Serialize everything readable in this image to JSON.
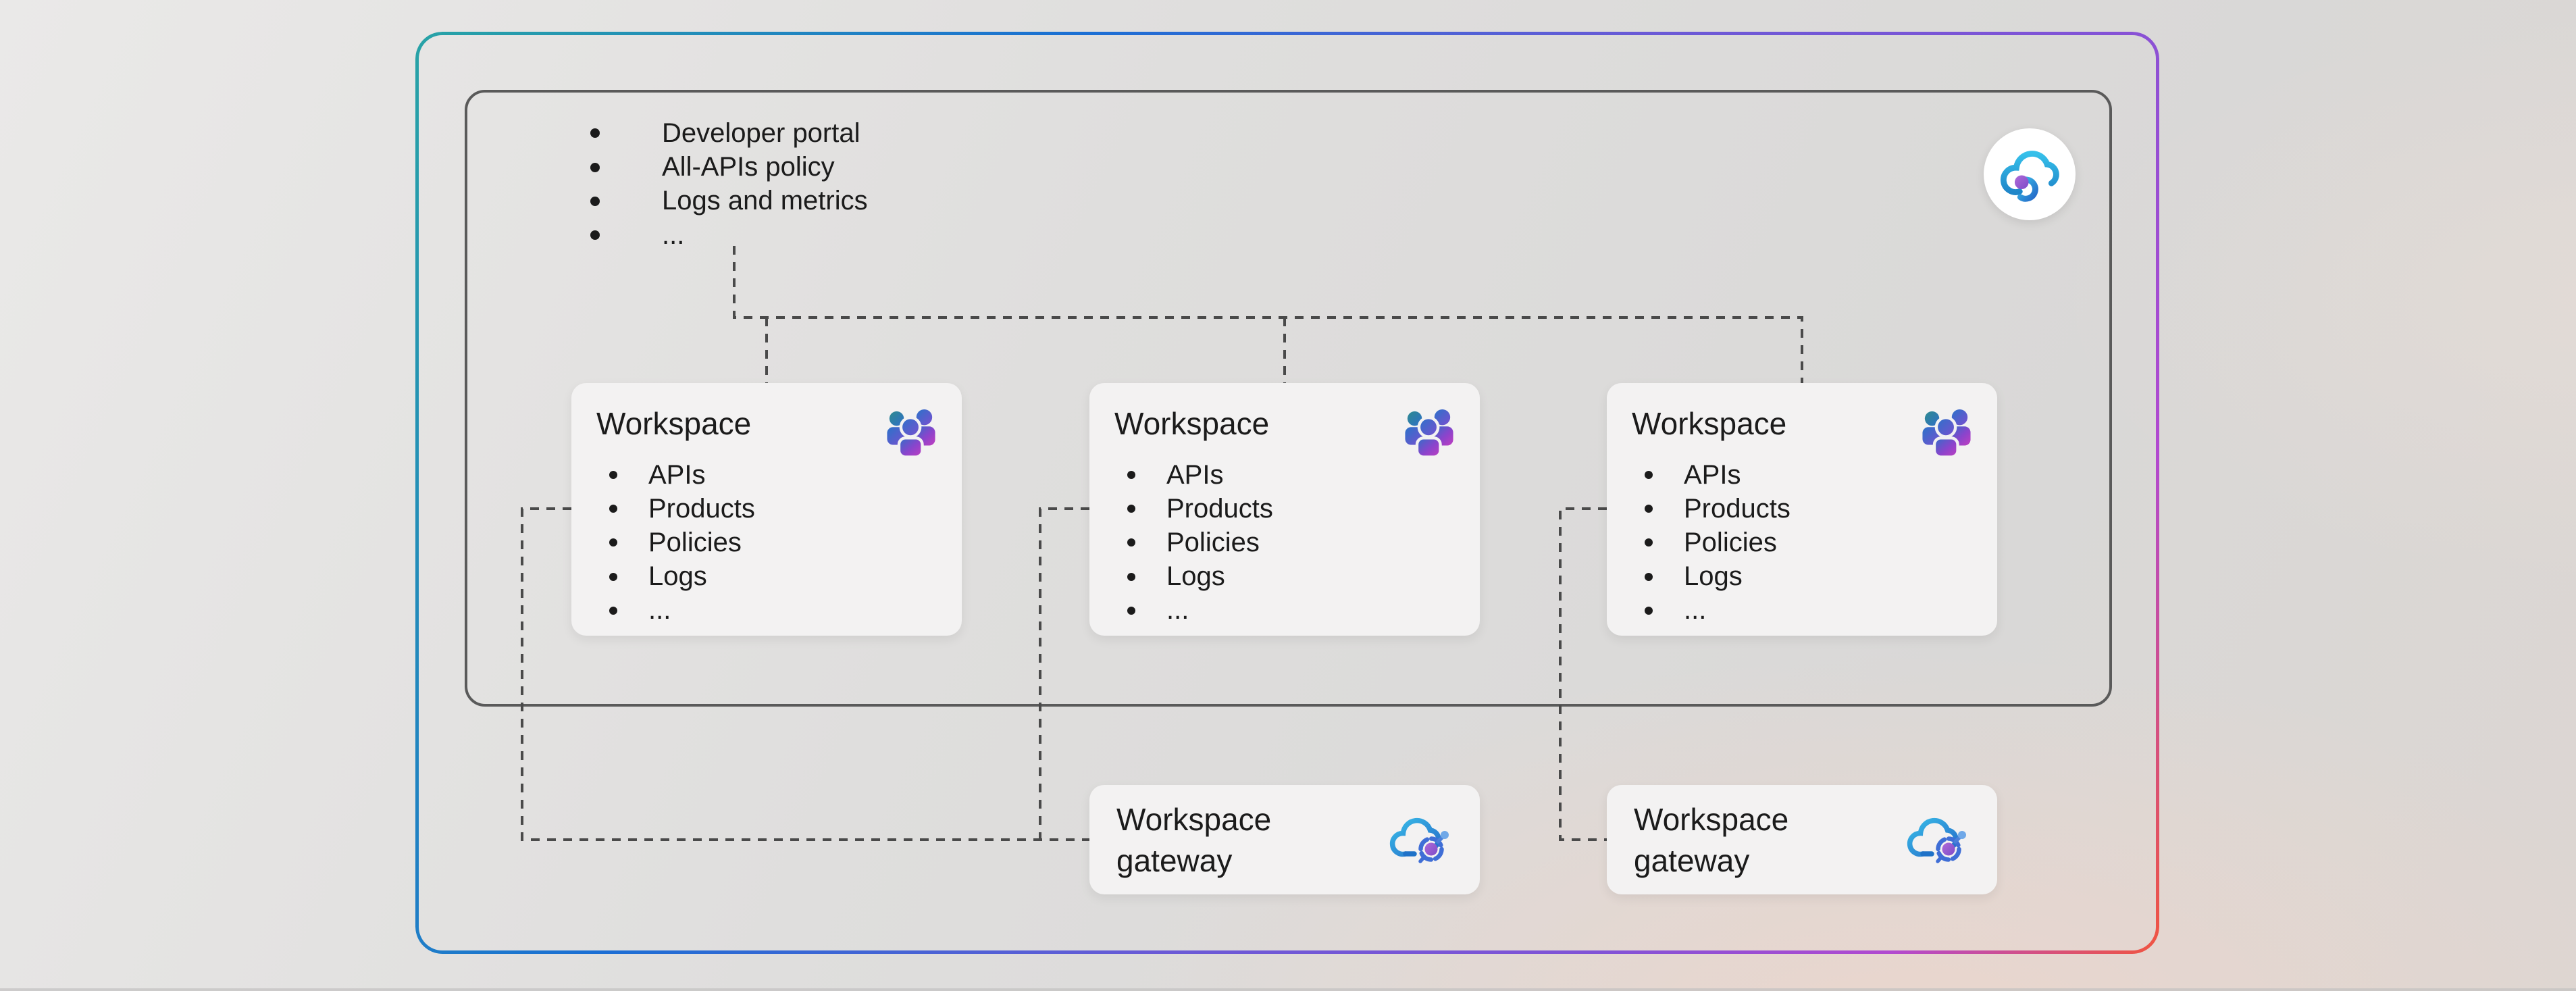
{
  "features": {
    "items": [
      "Developer portal",
      "All-APIs policy",
      "Logs and metrics",
      "..."
    ]
  },
  "workspaces": [
    {
      "title": "Workspace",
      "items": [
        "APIs",
        "Products",
        "Policies",
        "Logs",
        "..."
      ]
    },
    {
      "title": "Workspace",
      "items": [
        "APIs",
        "Products",
        "Policies",
        "Logs",
        "..."
      ]
    },
    {
      "title": "Workspace",
      "items": [
        "APIs",
        "Products",
        "Policies",
        "Logs",
        "..."
      ]
    }
  ],
  "gateways": [
    {
      "title": "Workspace gateway"
    },
    {
      "title": "Workspace gateway"
    }
  ],
  "icons": {
    "service_icon": "api-management-icon",
    "workspace_icon": "people-icon",
    "gateway_icon": "workspace-gateway-icon"
  },
  "colors": {
    "frame_gradient": [
      "#28a3a6",
      "#1b6fd4",
      "#7e57d8",
      "#b24ad0",
      "#f15540"
    ],
    "inner_border": "#5a5a5a",
    "connector": "#4a4a4a",
    "card_background": "#f3f2f2",
    "text": "#1b1b1b"
  }
}
